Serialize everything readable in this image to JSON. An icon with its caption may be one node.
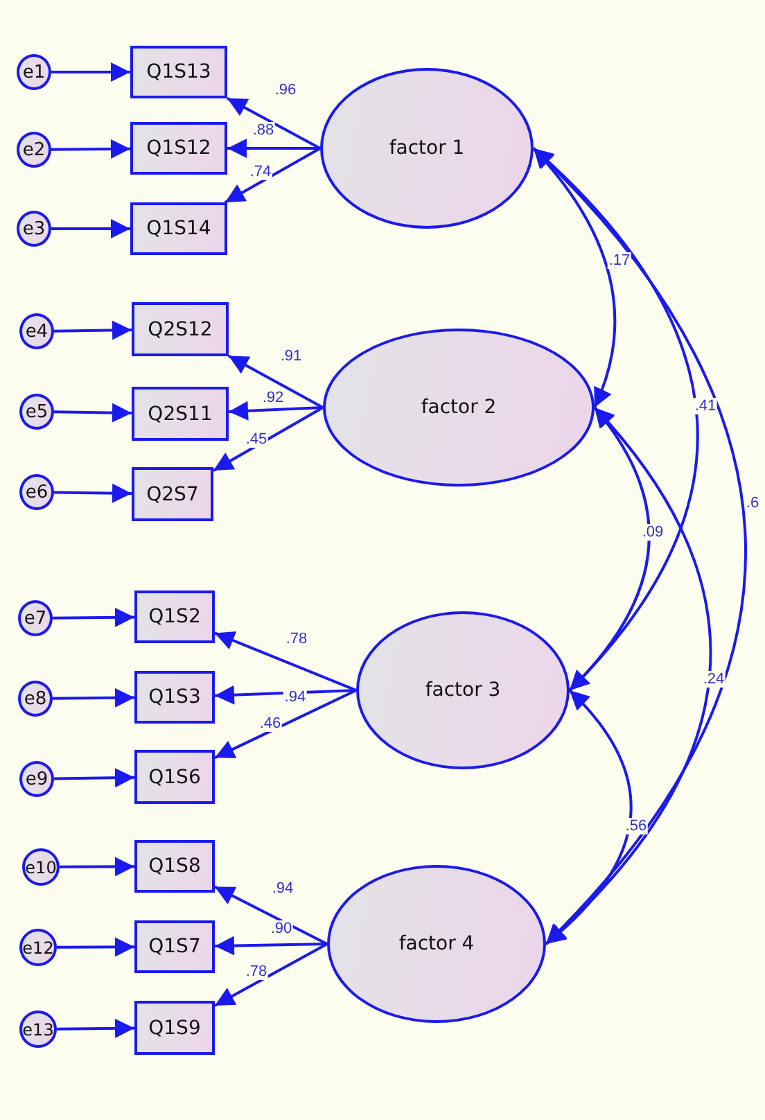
{
  "diagram": {
    "nodes": [
      {
        "text": [
          "factor 1"
        ]
      },
      {
        "text": [
          "factor 2"
        ]
      },
      {
        "text": [
          "factor 3"
        ]
      },
      {
        "text": [
          "factor 4"
        ]
      },
      {
        "text": [
          "Q1S13"
        ]
      },
      {
        "text": [
          "Q1S12"
        ]
      },
      {
        "text": [
          "Q1S14"
        ]
      },
      {
        "text": [
          "Q2S12"
        ]
      },
      {
        "text": [
          "Q2S11"
        ]
      },
      {
        "text": [
          "Q2S7"
        ]
      },
      {
        "text": [
          "Q1S2"
        ]
      },
      {
        "text": [
          "Q1S3"
        ]
      },
      {
        "text": [
          "Q1S6"
        ]
      },
      {
        "text": [
          "Q1S8"
        ]
      },
      {
        "text": [
          "Q1S7"
        ]
      },
      {
        "text": [
          "Q1S9"
        ]
      },
      {
        "text": [
          "e1"
        ]
      },
      {
        "text": [
          "e2"
        ]
      },
      {
        "text": [
          "e3"
        ]
      },
      {
        "text": [
          "e4"
        ]
      },
      {
        "text": [
          "e5"
        ]
      },
      {
        "text": [
          "e6"
        ]
      },
      {
        "text": [
          "e7"
        ]
      },
      {
        "text": [
          "e8"
        ]
      },
      {
        "text": [
          "e9"
        ]
      },
      {
        "text": [
          "e10"
        ]
      },
      {
        "text": [
          "e12"
        ]
      },
      {
        "text": [
          "e13"
        ]
      }
    ],
    "edges": [
      {
        "from": 16,
        "to": 4,
        "arrow": "to"
      },
      {
        "from": 17,
        "to": 5,
        "arrow": "to"
      },
      {
        "from": 18,
        "to": 6,
        "arrow": "to"
      },
      {
        "from": 19,
        "to": 7,
        "arrow": "to"
      },
      {
        "from": 20,
        "to": 8,
        "arrow": "to"
      },
      {
        "from": 21,
        "to": 9,
        "arrow": "to"
      },
      {
        "from": 22,
        "to": 10,
        "arrow": "to"
      },
      {
        "from": 23,
        "to": 11,
        "arrow": "to"
      },
      {
        "from": 24,
        "to": 12,
        "arrow": "to"
      },
      {
        "from": 25,
        "to": 13,
        "arrow": "to"
      },
      {
        "from": 26,
        "to": 14,
        "arrow": "to"
      },
      {
        "from": 27,
        "to": 15,
        "arrow": "to"
      },
      {
        "from": 0,
        "to": 4,
        "arrow": "to",
        "label": ".96"
      },
      {
        "from": 0,
        "to": 5,
        "arrow": "to",
        "label": ".88"
      },
      {
        "from": 0,
        "to": 6,
        "arrow": "to",
        "label": ".74"
      },
      {
        "from": 1,
        "to": 7,
        "arrow": "to",
        "label": ".91"
      },
      {
        "from": 1,
        "to": 8,
        "arrow": "to",
        "label": ".92"
      },
      {
        "from": 1,
        "to": 9,
        "arrow": "to",
        "label": ".45"
      },
      {
        "from": 2,
        "to": 10,
        "arrow": "to",
        "label": ".78"
      },
      {
        "from": 2,
        "to": 11,
        "arrow": "to",
        "label": ".94"
      },
      {
        "from": 2,
        "to": 12,
        "arrow": "to",
        "label": ".46"
      },
      {
        "from": 3,
        "to": 13,
        "arrow": "to",
        "label": ".94"
      },
      {
        "from": 3,
        "to": 14,
        "arrow": "to",
        "label": ".90"
      },
      {
        "from": 3,
        "to": 15,
        "arrow": "to",
        "label": ".78"
      },
      {
        "from": 0,
        "to": 1,
        "arrow": "both",
        "label": ".17"
      },
      {
        "from": 0,
        "to": 2,
        "arrow": "both",
        "label": ".41"
      },
      {
        "from": 0,
        "to": 3,
        "arrow": "both",
        "label": ".6"
      },
      {
        "from": 1,
        "to": 2,
        "arrow": "both",
        "label": ".09"
      },
      {
        "from": 1,
        "to": 3,
        "arrow": "both",
        "label": ".24"
      },
      {
        "from": 2,
        "to": 3,
        "arrow": "both",
        "label": ".56"
      }
    ]
  }
}
